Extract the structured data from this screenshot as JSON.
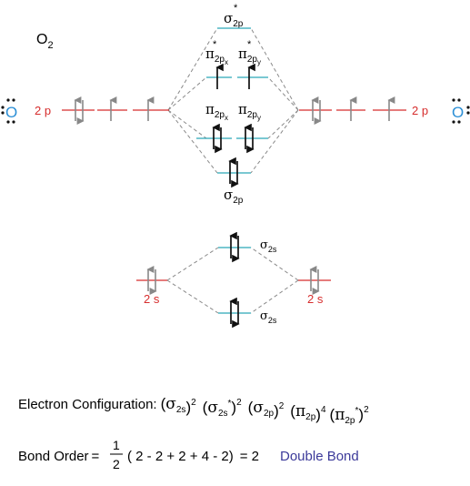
{
  "molecule": {
    "label": "O",
    "sub": "2"
  },
  "atom_left": {
    "symbol": "O"
  },
  "atom_right": {
    "symbol": "O"
  },
  "p_label_left": "2 p",
  "p_label_right": "2 p",
  "s_label_left": "2 s",
  "s_label_right": "2 s",
  "orbitals": {
    "sigma2p_star": {
      "sym": "σ",
      "sub": "2p",
      "sup": "*"
    },
    "pi2px_star": {
      "sym": "π",
      "sub": "2p",
      "subsub": "x",
      "sup": "*"
    },
    "pi2py_star": {
      "sym": "π",
      "sub": "2p",
      "subsub": "y",
      "sup": "*"
    },
    "pi2px": {
      "sym": "π",
      "sub": "2p",
      "subsub": "x"
    },
    "pi2py": {
      "sym": "π",
      "sub": "2p",
      "subsub": "y"
    },
    "sigma2p": {
      "sym": "σ",
      "sub": "2p"
    },
    "sigma2s_star": {
      "sym": "σ",
      "sub": "2s"
    },
    "sigma2s": {
      "sym": "σ",
      "sub": "2s"
    }
  },
  "electron_config": {
    "prefix": "Electron Configuration:",
    "terms": [
      {
        "open": "(",
        "sym": "σ",
        "sub": "2s",
        "star": "",
        "close": ")",
        "pow": "2"
      },
      {
        "open": "(",
        "sym": "σ",
        "sub": "2s",
        "star": "*",
        "close": ")",
        "pow": "2"
      },
      {
        "open": "(",
        "sym": "σ",
        "sub": "2p",
        "star": "",
        "close": ")",
        "pow": "2"
      },
      {
        "open": "(",
        "sym": "π",
        "sub": "2p",
        "star": "",
        "close": ")",
        "pow": "4"
      },
      {
        "open": "(",
        "sym": "π",
        "sub": "2p",
        "star": "*",
        "close": ")",
        "pow": "2"
      }
    ]
  },
  "bond_order": {
    "lhs": "Bond Order",
    "eq": "=",
    "frac_num": "1",
    "frac_den": "2",
    "expr": "( 2 - 2 + 2 + 4 - 2)",
    "result": "= 2",
    "label": "Double Bond"
  },
  "colors": {
    "atomic": "#d62d2d",
    "molecular": "#2aa7b6",
    "arrow": "#888888",
    "dash": "#888888",
    "label_accent": "#3c3a9a"
  }
}
